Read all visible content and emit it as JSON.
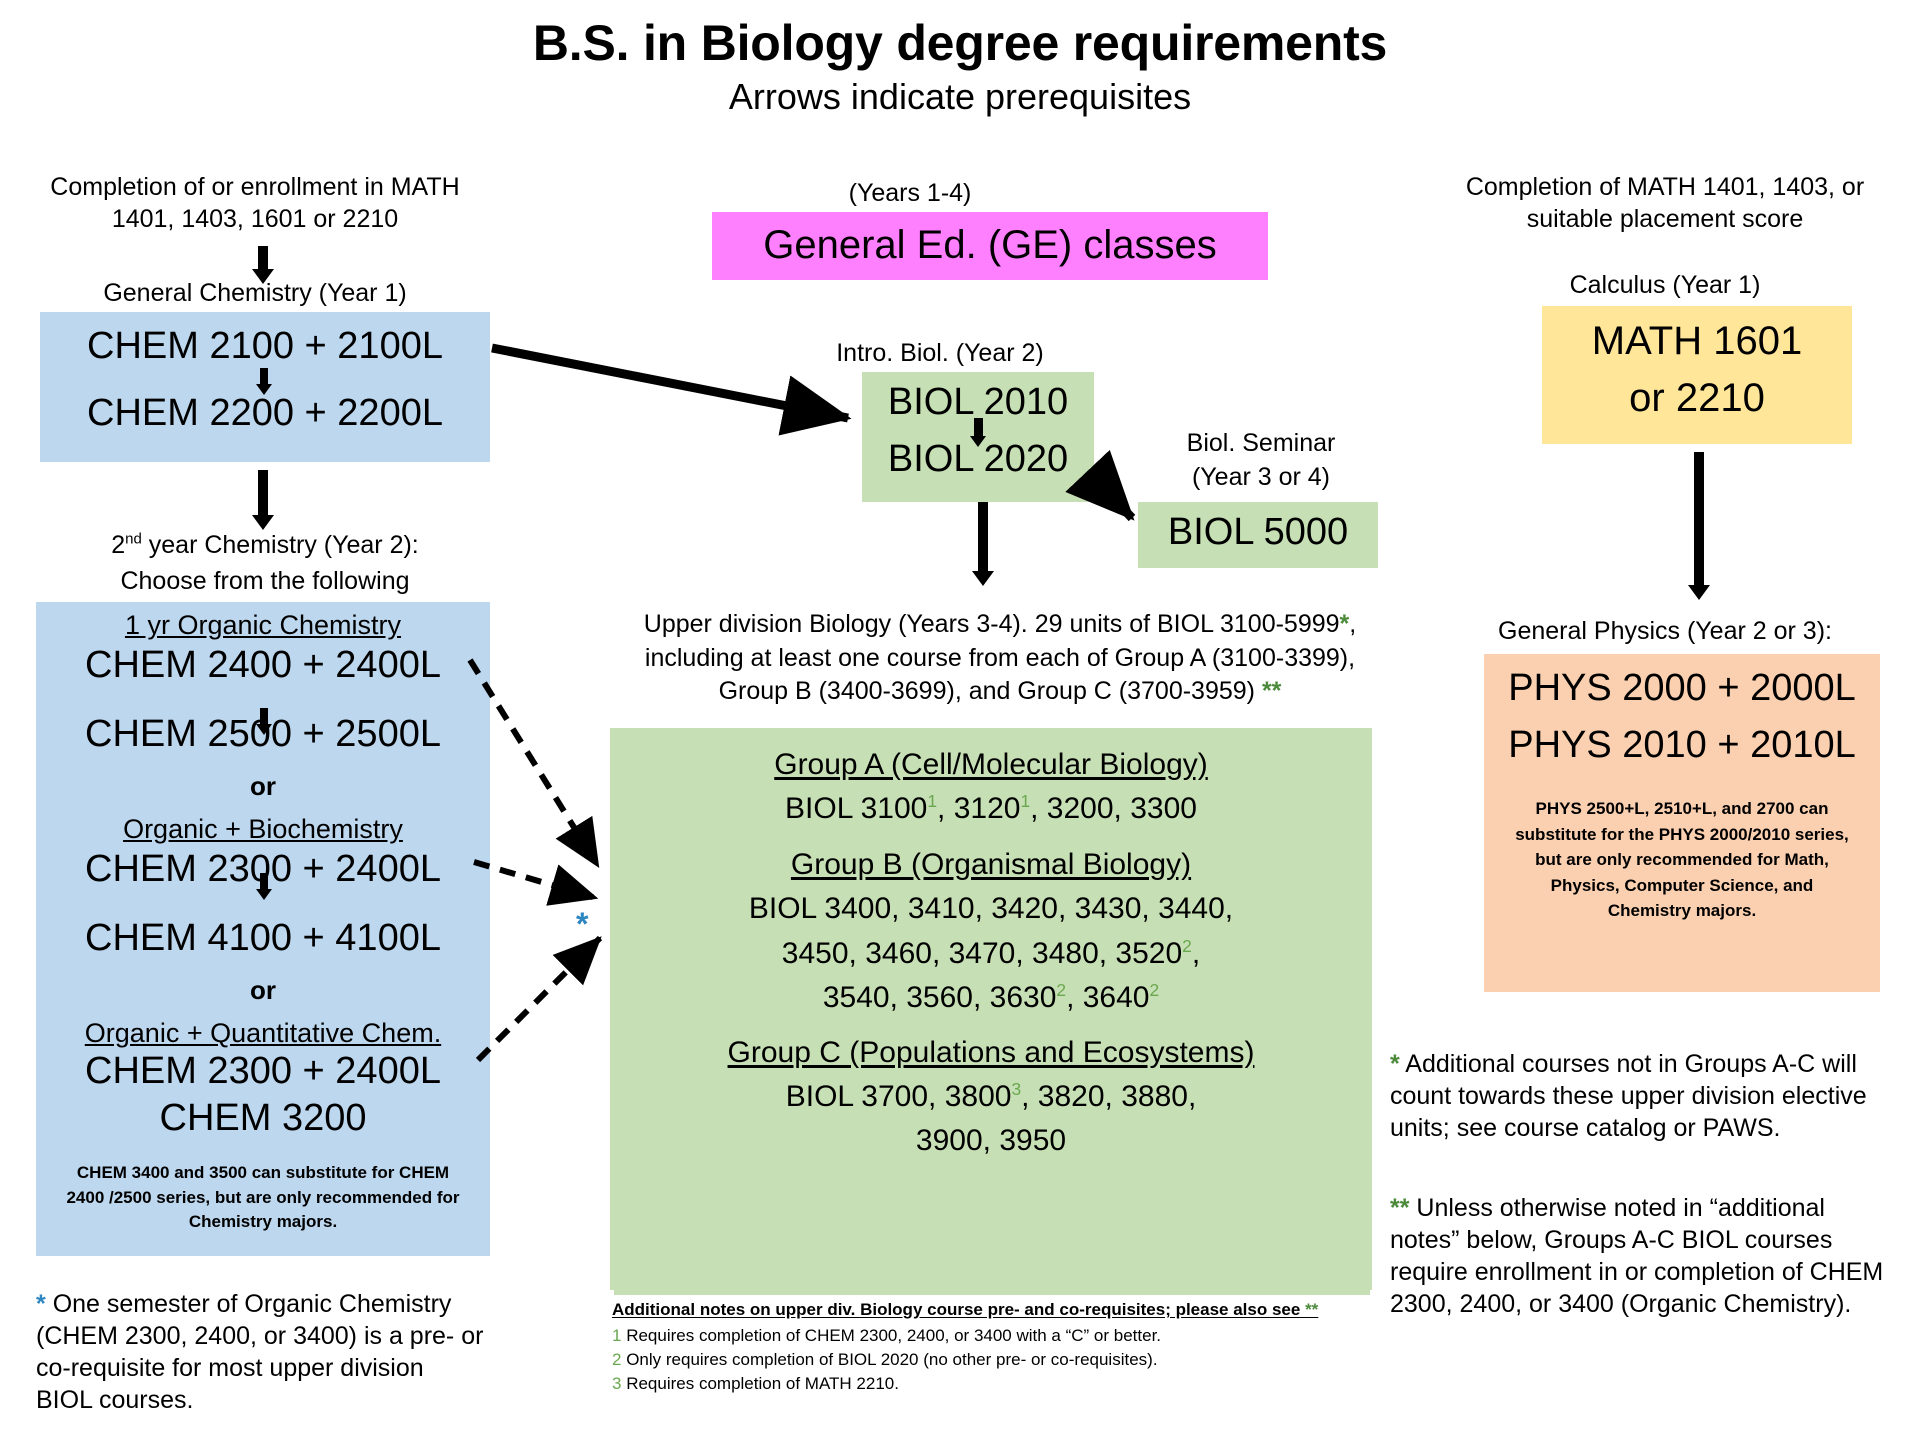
{
  "header": {
    "title": "B.S. in Biology degree requirements",
    "subtitle": "Arrows indicate prerequisites"
  },
  "left_column": {
    "math_prereq_caption": "Completion of or enrollment in MATH 1401, 1403, 1601 or 2210",
    "gen_chem_caption": "General Chemistry (Year 1)",
    "gen_chem_box": {
      "line1": "CHEM 2100 + 2100L",
      "line2": "CHEM 2200 + 2200L"
    },
    "second_year_caption_line1": "2nd year Chemistry (Year 2):",
    "second_year_caption_line2": "Choose from the following",
    "options_box": {
      "option1_title": "1 yr Organic Chemistry",
      "option1_line1": "CHEM 2400 + 2400L",
      "option1_line2": "CHEM 2500 + 2500L",
      "or1": "or",
      "option2_title": "Organic + Biochemistry",
      "option2_line1": "CHEM 2300 + 2400L",
      "option2_line2": "CHEM 4100 + 4100L",
      "or2": "or",
      "option3_title": "Organic + Quantitative Chem.",
      "option3_line1": "CHEM 2300 + 2400L",
      "option3_line2": "CHEM 3200",
      "footnote": "CHEM 3400 and 3500 can substitute for CHEM 2400 /2500 series, but are only recommended for Chemistry majors."
    },
    "organic_note": {
      "marker": "*",
      "text": "One semester of Organic Chemistry (CHEM 2300, 2400, or 3400) is a pre- or co-requisite for most upper division BIOL courses."
    }
  },
  "middle_column": {
    "ge_caption": "(Years 1-4)",
    "ge_box": "General Ed. (GE) classes",
    "intro_biol_caption": "Intro. Biol. (Year 2)",
    "intro_biol_box": {
      "line1": "BIOL 2010",
      "line2": "BIOL 2020"
    },
    "seminar_caption_line1": "Biol. Seminar",
    "seminar_caption_line2": "(Year 3 or 4)",
    "seminar_box": "BIOL 5000",
    "upper_division": {
      "line1_a": "Upper division Biology (Years 3-4). 29 units of BIOL 3100-5999",
      "line1_marker": "*",
      "line1_b": ",",
      "line2": "including at least one course from each of Group A (3100-3399),",
      "line3_a": "Group B (3400-3699), and Group C (3700-3959) ",
      "line3_marker": "**"
    },
    "groups_box": {
      "group_a_title": "Group A (Cell/Molecular Biology)",
      "group_a_courses": "BIOL 3100¹, 3120¹, 3200, 3300",
      "group_b_title": "Group B (Organismal Biology)",
      "group_b_line1": "BIOL 3400, 3410, 3420, 3430, 3440,",
      "group_b_line2": "3450, 3460, 3470, 3480, 3520²,",
      "group_b_line3": "3540, 3560, 3630², 3640²",
      "group_c_title": "Group C (Populations and Ecosystems)",
      "group_c_line1": "BIOL 3700, 3800³, 3820, 3880,",
      "group_c_line2": "3900, 3950"
    },
    "additional_notes": {
      "header_text": "Additional notes on upper div. Biology course pre- and co-requisites; please also see ",
      "header_marker": "**",
      "items": [
        {
          "num": "1",
          "text": "Requires completion of CHEM 2300, 2400, or 3400 with a “C” or better."
        },
        {
          "num": "2",
          "text": "Only requires completion of BIOL 2020 (no other pre- or co-requisites)."
        },
        {
          "num": "3",
          "text": "Requires completion of MATH 2210."
        }
      ]
    },
    "convergence_marker": "*"
  },
  "right_column": {
    "math_caption": "Completion of MATH 1401, 1403, or suitable placement score",
    "calculus_caption": "Calculus (Year 1)",
    "math_box": {
      "line1": "MATH 1601",
      "line2": "or 2210"
    },
    "physics_caption": "General Physics (Year 2 or 3):",
    "physics_box": {
      "line1": "PHYS 2000 + 2000L",
      "line2": "PHYS 2010 + 2010L",
      "footnote": "PHYS 2500+L, 2510+L, and 2700 can substitute for the PHYS 2000/2010 series, but are only recommended for Math, Physics, Computer Science, and Chemistry majors."
    },
    "legend": {
      "single_star_marker": "*",
      "single_star_text": " Additional courses not in Groups A-C will count towards these upper division elective units; see course catalog or PAWS.",
      "double_star_marker": "**",
      "double_star_text": " Unless otherwise noted in “additional notes” below, Groups A-C BIOL courses require enrollment in or completion of CHEM 2300, 2400, or 3400 (Organic Chemistry)."
    }
  },
  "colors": {
    "blue_box": "#bdd7ee",
    "green_box": "#c6dfb4",
    "pink_box": "#ff80ff",
    "yellow_box": "#ffe699",
    "orange_box": "#fbd0b0",
    "green_marker": "#4b8a3a",
    "blue_marker": "#2e86c1"
  }
}
